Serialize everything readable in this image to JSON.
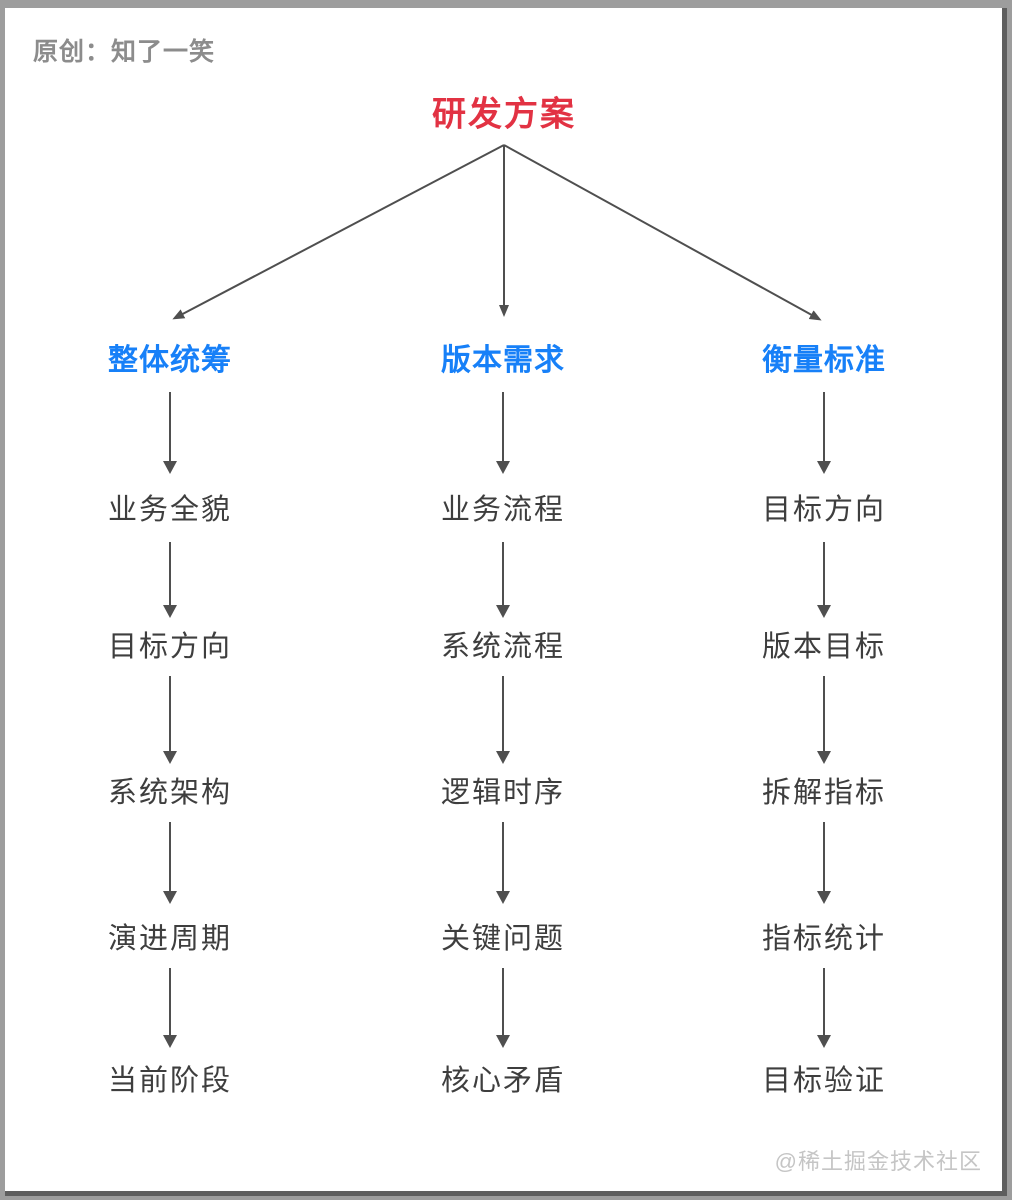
{
  "page": {
    "attribution": "原创：知了一笑",
    "watermark": "@稀土掘金技术社区"
  },
  "colors": {
    "outer_gray": "#9d9d9d",
    "edge_dark": "#5e5e5e",
    "root_red": "#e23243",
    "branch_blue": "#1780f8",
    "item_gray": "#3e3e3e",
    "arrow_color": "#4f4f4f",
    "attribution_gray": "#8c8c8c",
    "watermark_gray": "#c5c5c5"
  },
  "diagram": {
    "root": {
      "label": "研发方案"
    },
    "branches": [
      {
        "label": "整体统筹",
        "items": [
          "业务全貌",
          "目标方向",
          "系统架构",
          "演进周期",
          "当前阶段"
        ]
      },
      {
        "label": "版本需求",
        "items": [
          "业务流程",
          "系统流程",
          "逻辑时序",
          "关键问题",
          "核心矛盾"
        ]
      },
      {
        "label": "衡量标准",
        "items": [
          "目标方向",
          "版本目标",
          "拆解指标",
          "指标统计",
          "目标验证"
        ]
      }
    ]
  }
}
